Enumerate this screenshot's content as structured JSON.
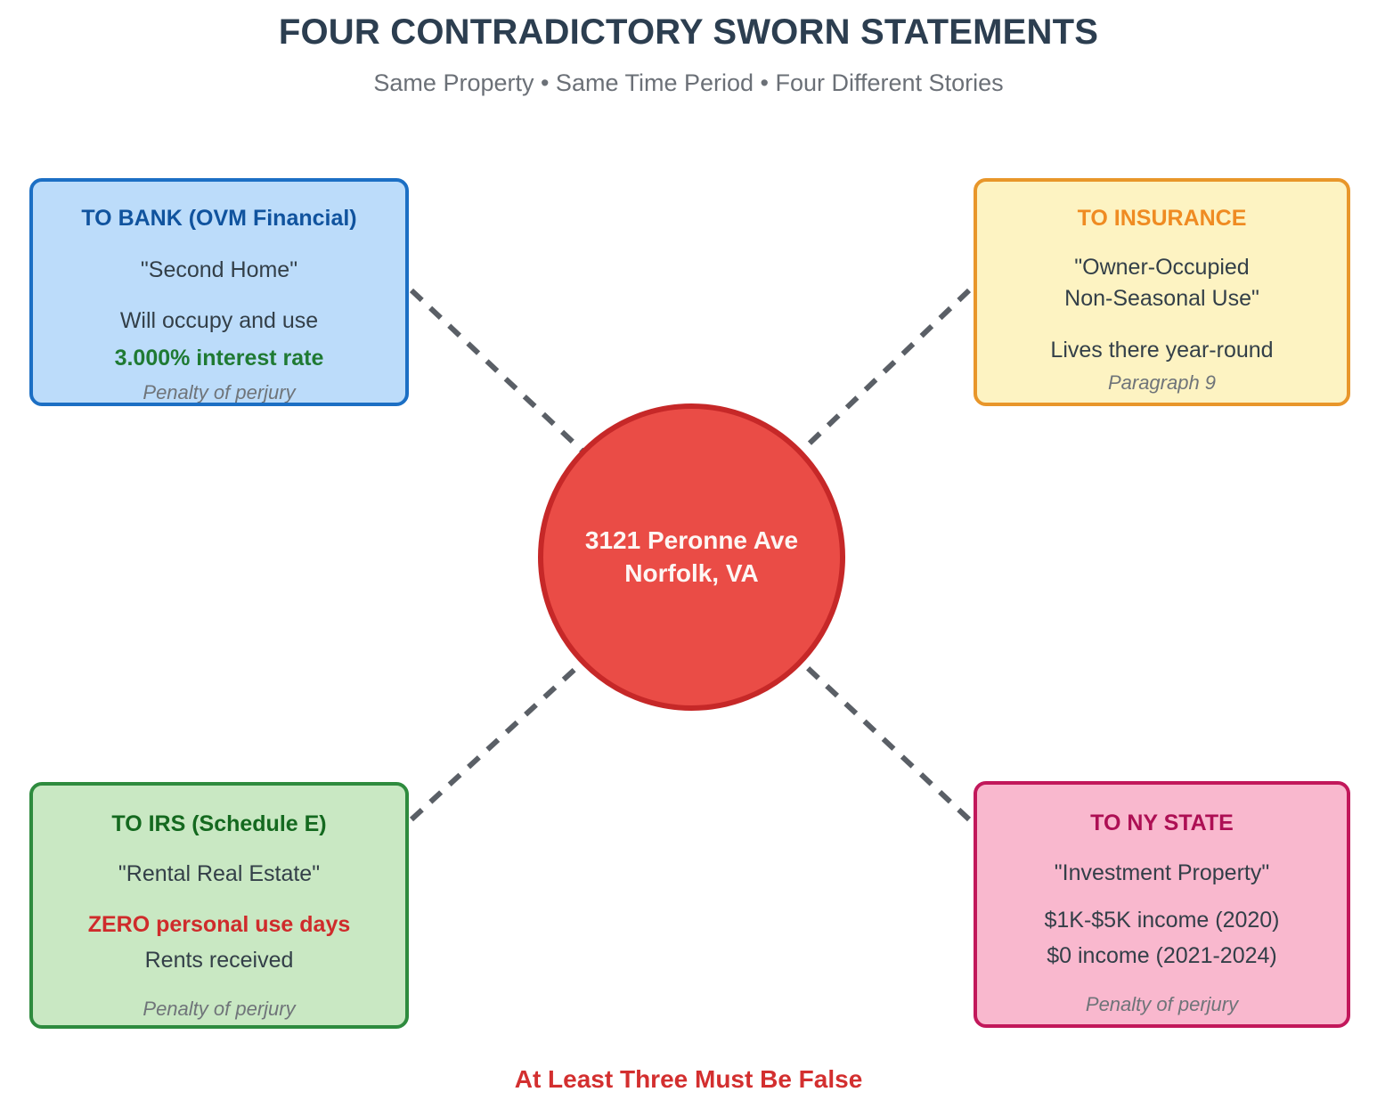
{
  "header": {
    "title": "FOUR CONTRADICTORY SWORN STATEMENTS",
    "subtitle": "Same Property • Same Time Period • Four Different Stories",
    "title_color": "#2c3e50",
    "subtitle_color": "#6b7077"
  },
  "center": {
    "address_line1": "3121 Peronne Ave",
    "address_line2": "Norfolk, VA",
    "fill_color": "#ea4c46",
    "border_color": "#c62828",
    "text_color": "#ffffff"
  },
  "cards": [
    {
      "id": "bank",
      "position": "top-left",
      "title": "TO BANK (OVM Financial)",
      "line1": "\"Second Home\"",
      "line2": "Will occupy and use",
      "line3": "3.000% interest rate",
      "note": "Penalty of perjury",
      "title_color": "#10539e",
      "accent_color": "#1f7a33",
      "fill_color": "#bcdcfa",
      "border_color": "#1c6fc4"
    },
    {
      "id": "insurance",
      "position": "top-right",
      "title": "TO INSURANCE",
      "line1": "\"Owner-Occupied",
      "line2": "Non-Seasonal Use\"",
      "line3": "Lives there year-round",
      "note": "Paragraph 9",
      "title_color": "#ef8b22",
      "accent_color": "#333f48",
      "fill_color": "#fdf3c2",
      "border_color": "#e8962a"
    },
    {
      "id": "irs",
      "position": "bottom-left",
      "title": "TO IRS (Schedule E)",
      "line1": "\"Rental Real Estate\"",
      "line2": "ZERO personal use days",
      "line3": "Rents received",
      "note": "Penalty of perjury",
      "title_color": "#14691f",
      "accent_color": "#cf2b2b",
      "fill_color": "#c9e8c3",
      "border_color": "#2e8b3e"
    },
    {
      "id": "nystate",
      "position": "bottom-right",
      "title": "TO NY STATE",
      "line1": "\"Investment Property\"",
      "line2": "$1K-$5K income (2020)",
      "line3": "$0 income (2021-2024)",
      "note": "Penalty of perjury",
      "title_color": "#ad0f54",
      "accent_color": "#333f48",
      "fill_color": "#f9b8ce",
      "border_color": "#c2185b"
    }
  ],
  "connectors": {
    "style": "dashed",
    "color": "#5a5f66",
    "count": 4
  },
  "footer": {
    "text": "At Least Three Must Be False",
    "color": "#d32f2f"
  }
}
